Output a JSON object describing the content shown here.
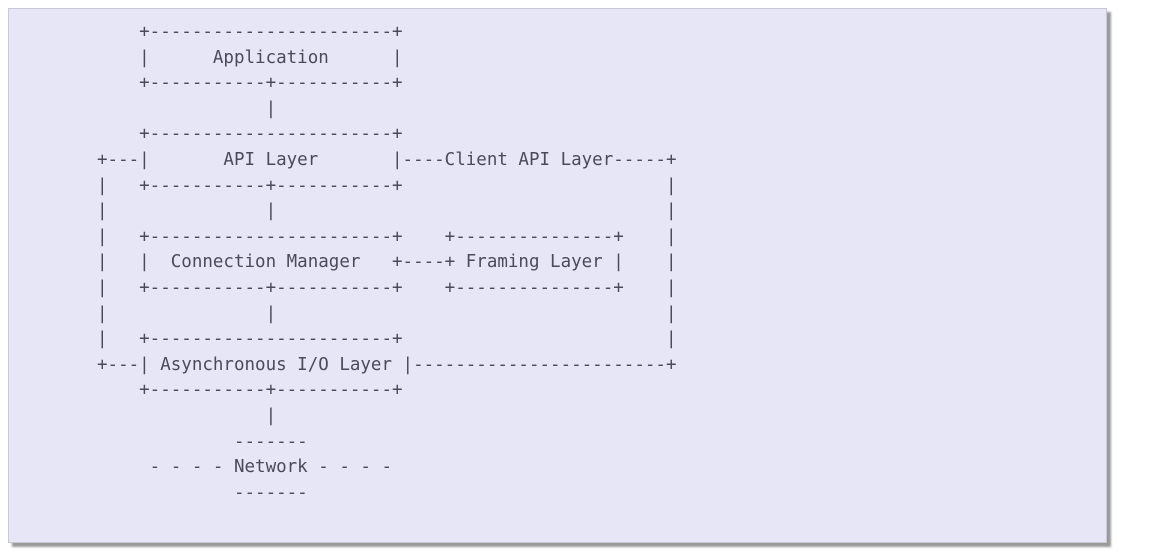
{
  "diagram": {
    "lines": [
      "    +-----------------------+",
      "    |      Application      |",
      "    +-----------+-----------+",
      "                |",
      "    +-----------------------+",
      "+---|       API Layer       |----Client API Layer-----+",
      "|   +-----------+-----------+                         |",
      "|               |                                     |",
      "|   +-----------------------+    +---------------+    |",
      "|   |  Connection Manager   +----+ Framing Layer |    |",
      "|   +-----------+-----------+    +---------------+    |",
      "|               |                                     |",
      "|   +-----------------------+                         |",
      "+---| Asynchronous I/O Layer |------------------------+",
      "    +-----------+-----------+",
      "                |",
      "             -------",
      "     - - - - Network - - - -",
      "             -------"
    ],
    "labels": [
      "Application",
      "API Layer",
      "Client API Layer",
      "Connection Manager",
      "Framing Layer",
      "Asynchronous I/O Layer",
      "Network"
    ]
  },
  "colors": {
    "panel_background": "#e6e6f7",
    "text": "#4a4a5a",
    "shadow": "#9a9a9a"
  }
}
